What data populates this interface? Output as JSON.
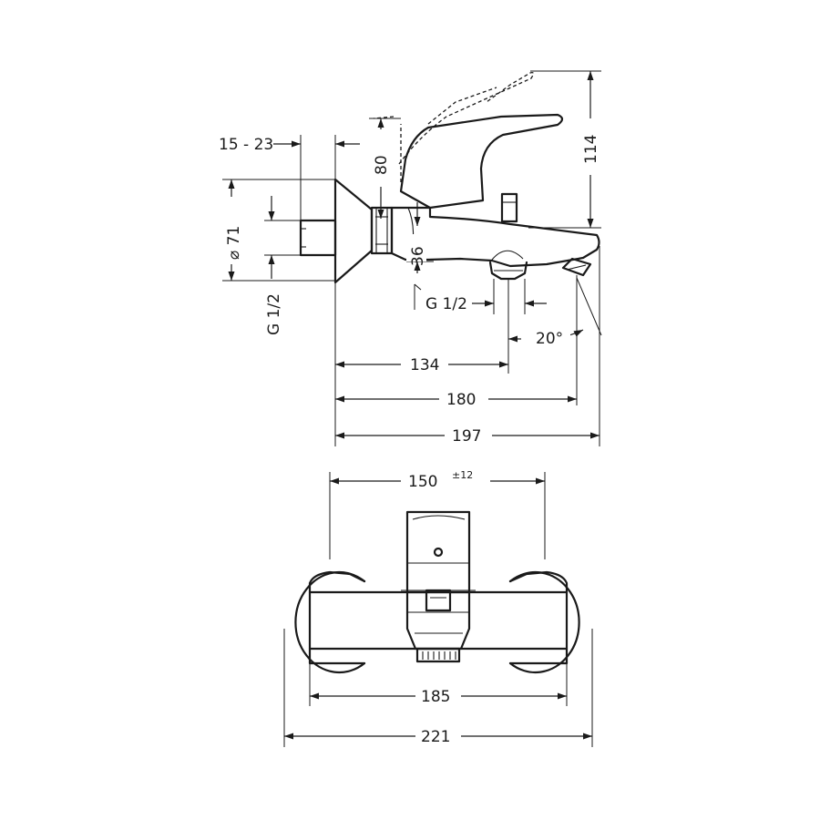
{
  "side_view": {
    "dims": {
      "d_15_23": "15 - 23",
      "d_80": "80",
      "d_114": "114",
      "d_dia71": "⌀ 71",
      "d_g12_left": "G 1/2",
      "d_36": "36",
      "d_g12_bottom": "G 1/2",
      "d_20deg": "20°",
      "d_134": "134",
      "d_180": "180",
      "d_197": "197"
    }
  },
  "front_view": {
    "dims": {
      "d_150": "150",
      "d_150_tol": "±12",
      "d_185": "185",
      "d_221": "221"
    }
  }
}
